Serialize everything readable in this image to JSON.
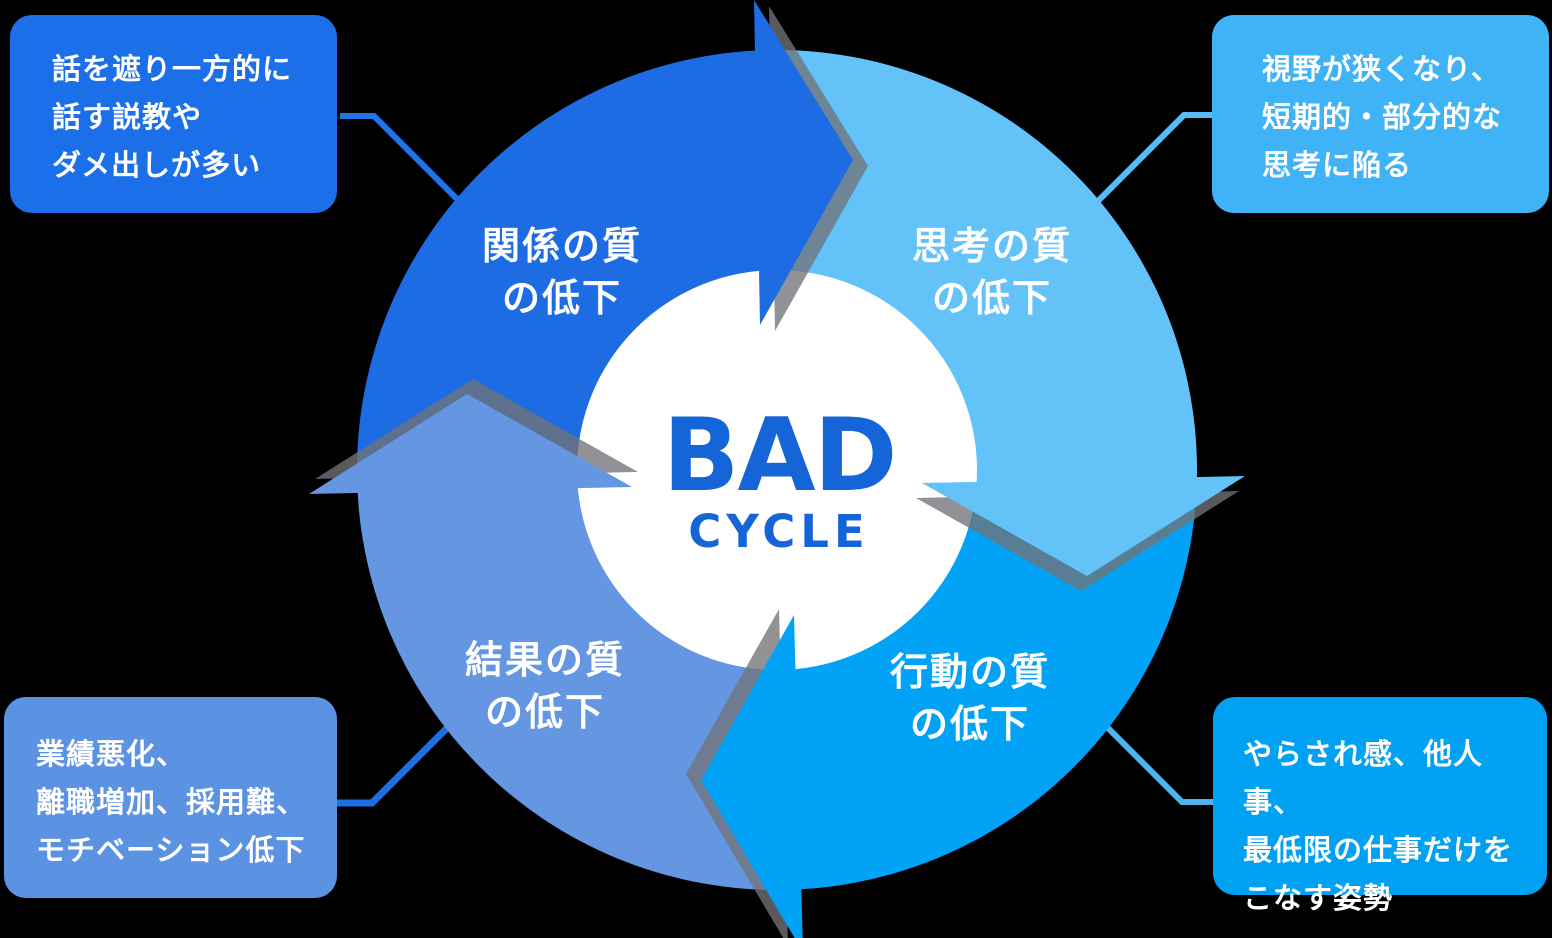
{
  "center": {
    "title": "BAD",
    "subtitle": "CYCLE"
  },
  "segments": [
    {
      "name": "relation-quality",
      "label_line1": "関係の質",
      "label_line2": "の低下",
      "color": "#1D6CE3"
    },
    {
      "name": "thinking-quality",
      "label_line1": "思考の質",
      "label_line2": "の低下",
      "color": "#63C2F8"
    },
    {
      "name": "action-quality",
      "label_line1": "行動の質",
      "label_line2": "の低下",
      "color": "#02A3F6"
    },
    {
      "name": "result-quality",
      "label_line1": "結果の質",
      "label_line2": "の低下",
      "color": "#6496E1"
    }
  ],
  "callouts": [
    {
      "position": "top-left",
      "lines": [
        "話を遮り一方的に",
        "話す説教や",
        "ダメ出しが多い"
      ],
      "color": "#1B70EA",
      "connector_color": "#2173EA"
    },
    {
      "position": "top-right",
      "lines": [
        "視野が狭くなり、",
        "短期的・部分的な",
        "思考に陥る"
      ],
      "color": "#40B3F6",
      "connector_color": "#58BAF6"
    },
    {
      "position": "bottom-left",
      "lines": [
        "業績悪化、",
        "離職増加、採用難、",
        "モチベーション低下"
      ],
      "color": "#5B92E2",
      "connector_color": "#1E6FDF"
    },
    {
      "position": "bottom-right",
      "lines": [
        "やらされ感、他人事、",
        "最低限の仕事だけを",
        "こなす姿勢"
      ],
      "color": "#00A1F2",
      "connector_color": "#4FB3F0"
    }
  ],
  "colors": {
    "background": "#000000",
    "center_circle": "#FFFFFF",
    "center_text": "#1565D9",
    "shadow": "rgba(113,115,120,0.78)"
  }
}
